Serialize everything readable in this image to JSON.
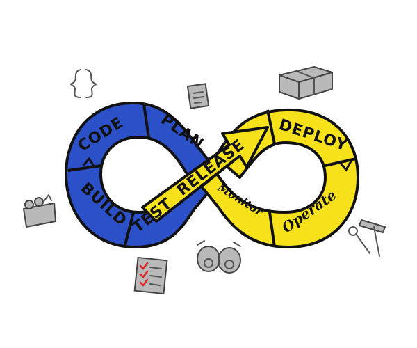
{
  "diagram": {
    "stages": {
      "code": "CODE",
      "plan": "PLAN",
      "build": "BUILD",
      "test": "TEST",
      "release": "RELEASE",
      "deploy": "DEPLOY",
      "operate": "Operate",
      "monitor": "Monitor"
    },
    "colors": {
      "dev_loop": "#2b50c8",
      "ops_loop": "#f7e11b",
      "outline": "#111111"
    },
    "icons": {
      "curly_braces": "curly-braces-icon",
      "document": "document-icon",
      "package": "package-box-icon",
      "toolbox": "toolbox-icon",
      "checklist": "checklist-icon",
      "binoculars": "binoculars-icon",
      "tools": "wrench-hammer-icon"
    }
  }
}
